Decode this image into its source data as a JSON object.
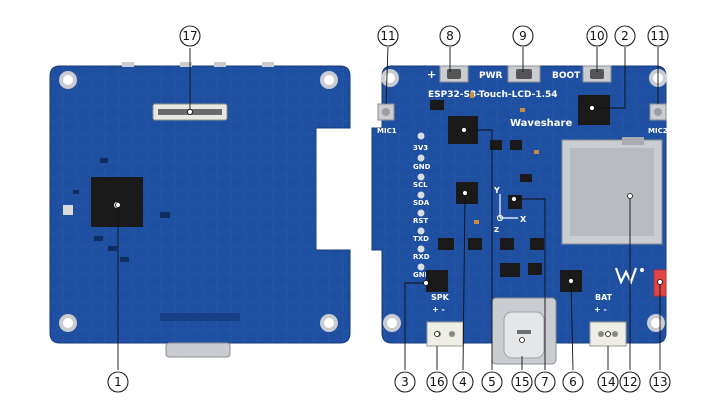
{
  "callouts": {
    "c1": "1",
    "c2": "2",
    "c3": "3",
    "c4": "4",
    "c5": "5",
    "c6": "6",
    "c7": "7",
    "c8": "8",
    "c9": "9",
    "c10": "10",
    "c11a": "11",
    "c11b": "11",
    "c12": "12",
    "c13": "13",
    "c14": "14",
    "c15": "15",
    "c16": "16",
    "c17": "17"
  },
  "silkscreen": {
    "board_name": "ESP32-S3-Touch-LCD-1.54",
    "brand": "Waveshare",
    "pwr": "PWR",
    "boot": "BOOT",
    "plus": "+",
    "mic1": "MIC1",
    "mic2": "MIC2",
    "spk": "SPK",
    "bat": "BAT",
    "pins": [
      "3V3",
      "GND",
      "SCL",
      "SDA",
      "RST",
      "TXD",
      "RXD",
      "GND"
    ],
    "axis_y": "Y",
    "axis_x": "X",
    "axis_z": "Z",
    "spk_polarity": "+  -",
    "bat_polarity": "+  -"
  },
  "colors": {
    "pcb": "#1f4fa0",
    "pcb_dark": "#173f86",
    "chip": "#1a1a1a",
    "connector": "#e8e8e0",
    "metal": "#c9ccd0"
  }
}
